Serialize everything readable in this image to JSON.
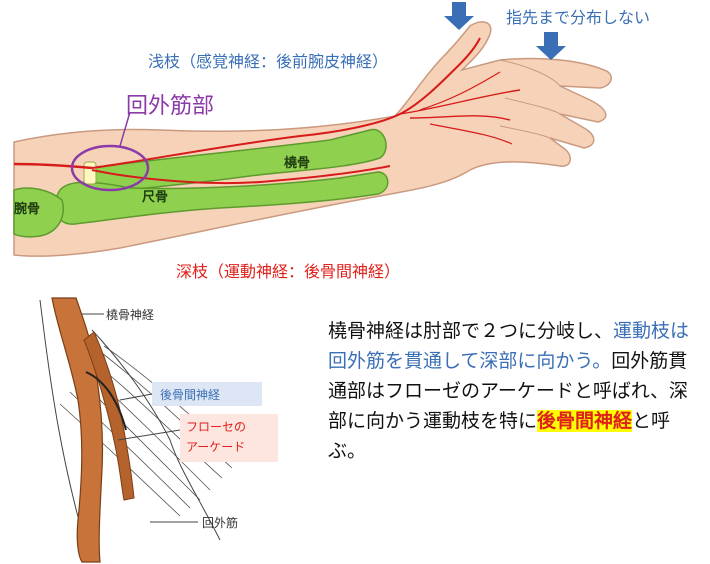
{
  "top": {
    "hint": "指先まで分布しない",
    "superficial_branch": "浅枝（感覚神経：後前腕皮神経）",
    "supinator_ring": "回外筋部",
    "radius": "橈骨",
    "ulna": "尺骨",
    "elbow_fragment": "腕骨",
    "deep_branch": "深枝（運動神経：後骨間神経）"
  },
  "bottom": {
    "radial_nerve": "橈骨神経",
    "pin": "後骨間神経",
    "arcade_line1": "フローセの",
    "arcade_line2": "アーケード",
    "supinator": "回外筋"
  },
  "explanation": {
    "part1": "橈骨神経は肘部で２つに分岐し、",
    "part2_blue": "運動枝は回外筋を貫通して深部に向かう。",
    "part3": "回外筋貫通部はフローゼのアーケードと呼ばれ、深部に向かう運動枝を特に",
    "highlight": "後骨間神経",
    "part4": "と呼ぶ。"
  },
  "colors": {
    "skin": "#f6d3b8",
    "bone": "#8fd14f",
    "nerve": "#d71a1a",
    "arrow": "#3a6fb6",
    "ring": "#8b3aa8",
    "label_blue": "#3a6fb6",
    "label_red": "#e0201b",
    "highlight_bg": "#ffff00"
  }
}
